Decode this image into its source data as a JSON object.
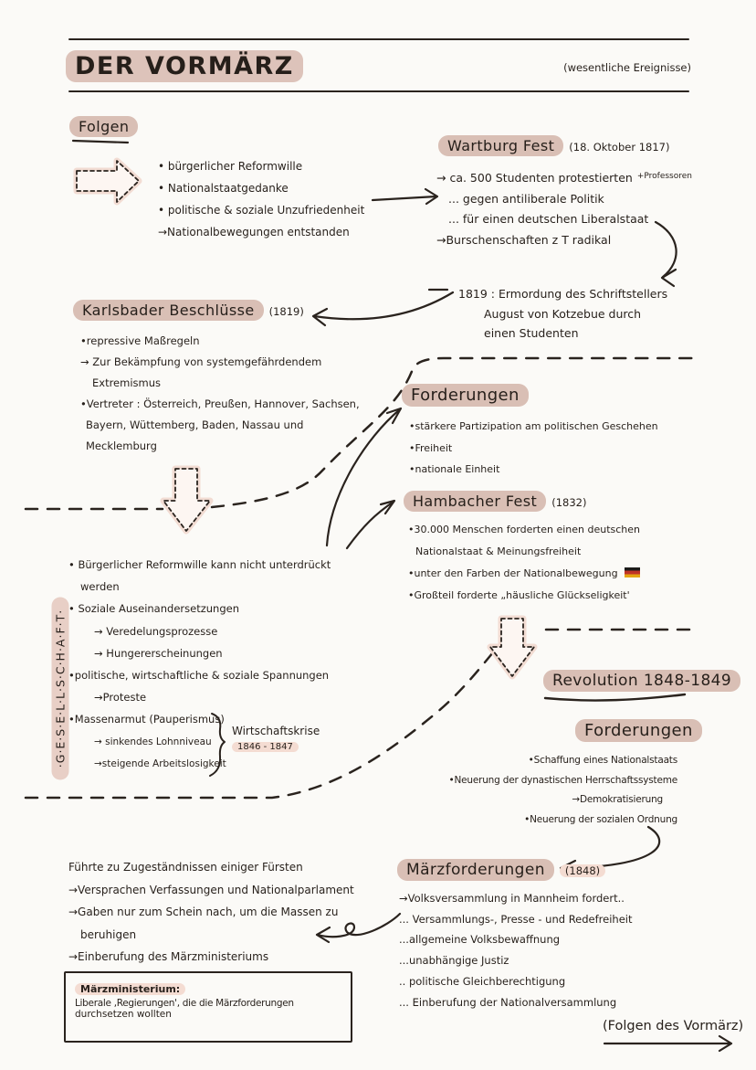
{
  "colors": {
    "ink": "#2a231e",
    "highlight": "#d9bfb5",
    "highlight_light": "#f4dcd2",
    "paper": "#fbfaf7",
    "flag_black": "#1c1b19",
    "flag_red": "#bf3326",
    "flag_gold": "#e5a512"
  },
  "header": {
    "title": "DER VORMÄRZ",
    "subtitle": "(wesentliche Ereignisse)"
  },
  "folgen": {
    "heading": "Folgen",
    "lines": [
      "• bürgerlicher Reformwille",
      "• Nationalstaatgedanke",
      "• politische & soziale Unzufriedenheit",
      "→Nationalbewegungen entstanden"
    ]
  },
  "wartburg": {
    "heading": "Wartburg Fest",
    "date": "(18. Oktober 1817)",
    "line1": "→ ca. 500 Studenten protestierten",
    "note": "+Professoren",
    "lines": [
      "... gegen antiliberale Politik",
      "... für einen deutschen Liberalstaat",
      "→Burschenschaften z T radikal"
    ]
  },
  "kotzebue": {
    "lines": [
      "1819 : Ermordung des Schriftstellers",
      "August von Kotzebue durch",
      "einen Studenten"
    ]
  },
  "karlsbad": {
    "heading": "Karlsbader Beschlüsse",
    "date": "(1819)",
    "lines": [
      "•repressive Maßregeln",
      "→ Zur Bekämpfung von systemgefährdendem",
      "Extremismus",
      "•Vertreter : Österreich, Preußen, Hannover, Sachsen,",
      "Bayern, Wüttemberg, Baden, Nassau und",
      "Mecklemburg"
    ]
  },
  "forderungen": {
    "heading": "Forderungen",
    "lines": [
      "•stärkere Partizipation am politischen Geschehen",
      "•Freiheit",
      "•nationale Einheit"
    ]
  },
  "hambach": {
    "heading": "Hambacher Fest",
    "date": "(1832)",
    "lines": [
      "•30.000 Menschen forderten einen deutschen",
      "Nationalstaat & Meinungsfreiheit",
      "•unter den Farben der Nationalbewegung",
      "•Großteil forderte „häusliche Glückseligkeit'"
    ]
  },
  "gesellschaft": {
    "label": "·G·E·S·E·L·L·S·C·H·A·F·T·"
  },
  "society": {
    "lines": [
      "• Bürgerlicher Reformwille kann nicht unterdrückt",
      "werden",
      "• Soziale Auseinandersetzungen",
      "→ Veredelungsprozesse",
      "→ Hungererscheinungen",
      "•politische, wirtschaftliche & soziale Spannungen",
      "→Proteste",
      "•Massenarmut (Pauperismus)",
      "→ sinkendes Lohnniveau",
      "→steigende Arbeitslosigkeit"
    ]
  },
  "wirtschaftskrise": {
    "label": "Wirtschaftskrise",
    "years": "1846 - 1847"
  },
  "revolution": {
    "heading": "Revolution 1848-1849",
    "forderungen_heading": "Forderungen",
    "lines": [
      "•Schaffung eines Nationalstaats",
      "•Neuerung der dynastischen Herrschaftssysteme",
      "→Demokratisierung",
      "•Neuerung der sozialen Ordnung"
    ]
  },
  "fuersten": {
    "lines": [
      "Führte zu Zugeständnissen einiger Fürsten",
      "→Versprachen Verfassungen und Nationalparlament",
      "→Gaben nur zum Schein nach, um die Massen zu",
      "beruhigen",
      "→Einberufung des Märzministeriums"
    ]
  },
  "maerzministerium": {
    "heading": "Märzministerium:",
    "lines": [
      "Liberale ‚Regierungen', die die Märzforderungen",
      "durchsetzen wollten"
    ]
  },
  "maerzforderungen": {
    "heading": "Märzforderungen",
    "date": "(1848)",
    "lines": [
      "→Volksversammlung in Mannheim fordert..",
      "... Versammlungs-, Presse - und Redefreiheit",
      "...allgemeine Volksbewaffnung",
      "...unabhängige Justiz",
      ".. politische Gleichberechtigung",
      "... Einberufung der Nationalversammlung"
    ]
  },
  "footer": {
    "label": "(Folgen des Vormärz)"
  }
}
